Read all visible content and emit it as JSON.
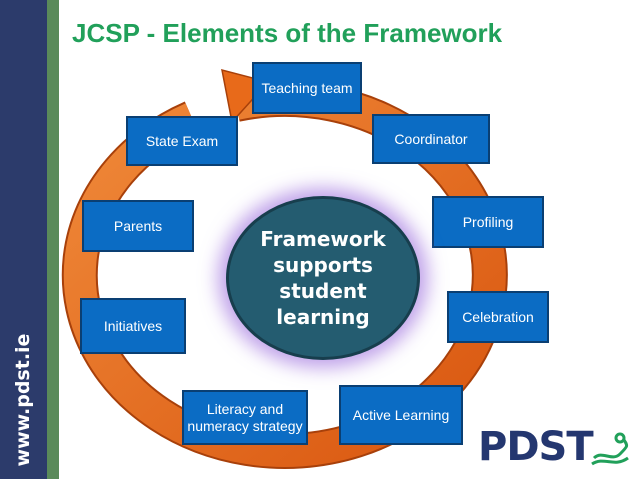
{
  "sidebar": {
    "url": "www.pdst.ie"
  },
  "title": "JCSP - Elements of the Framework",
  "center": {
    "text": "Framework supports student learning"
  },
  "elements": {
    "teaching_team": "Teaching team",
    "coordinator": "Coordinator",
    "profiling": "Profiling",
    "celebration": "Celebration",
    "active_learning": "Active Learning",
    "literacy": "Literacy and numeracy strategy",
    "initiatives": "Initiatives",
    "parents": "Parents",
    "state_exam": "State Exam"
  },
  "logo": {
    "text": "PDST"
  },
  "colors": {
    "box": "#0b6cc4",
    "ring": "#e86a1a",
    "title": "#21a05a",
    "sidebar": "#2c3b6b",
    "center": "#245c70",
    "glow": "#aa82e1"
  }
}
